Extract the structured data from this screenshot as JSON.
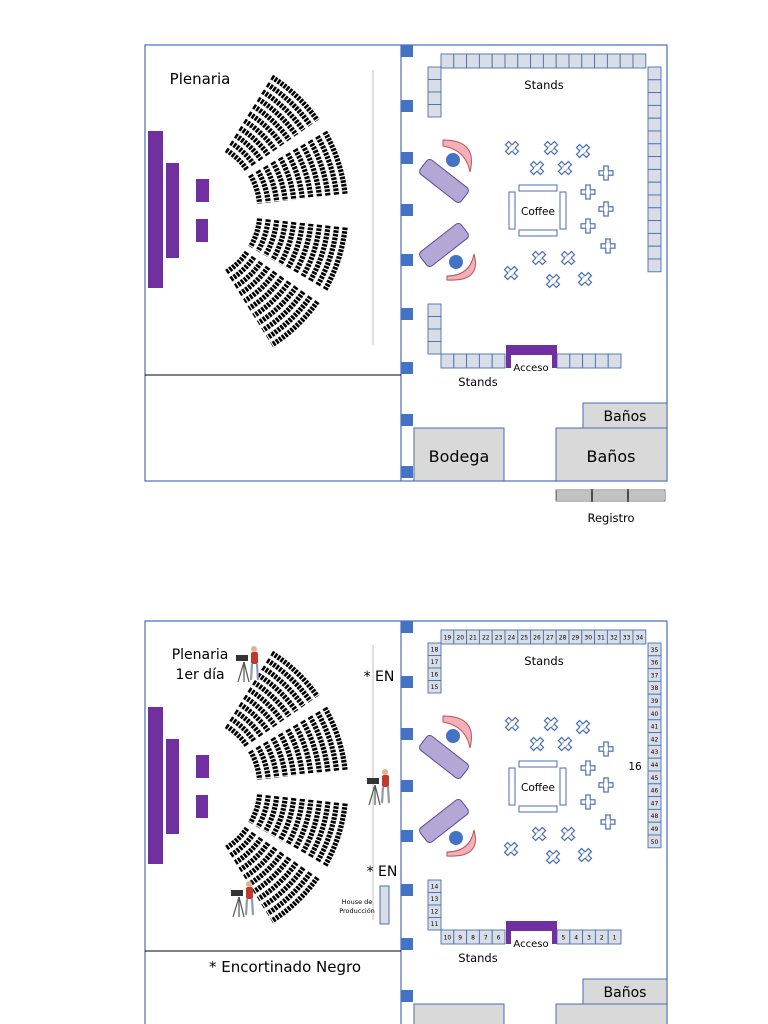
{
  "colors": {
    "border": "#4a6fb4",
    "purple": "#7030a0",
    "lavender": "#b4a7d6",
    "lavender_stroke": "#5b4ca0",
    "pink": "#f4b0b8",
    "pink_stroke": "#c0505a",
    "blue_dot": "#4472c4",
    "stand_fill": "#d9dde6",
    "stand_stroke": "#4a6fb4",
    "room_fill": "#d9d9d9",
    "seat": "#000000",
    "cross": "#4a6fb4"
  },
  "top": {
    "plenaria": "Plenaria",
    "stands_top": "Stands",
    "stands_bottom": "Stands",
    "coffee": "Coffee",
    "acceso": "Acceso",
    "banos_small": "Baños",
    "banos_big": "Baños",
    "bodega": "Bodega",
    "registro": "Registro"
  },
  "bottom": {
    "plenaria_line1": "Plenaria",
    "plenaria_line2": "1er día",
    "en_top": "* EN",
    "en_bottom": "* EN",
    "house_line1": "House de",
    "house_line2": "Producción",
    "encortinado": "* Encortinado Negro",
    "stands_top": "Stands",
    "stands_bottom": "Stands",
    "coffee": "Coffee",
    "acceso": "Acceso",
    "banos": "Baños",
    "number_16": "16",
    "stands_row_top": [
      "19",
      "20",
      "21",
      "22",
      "23",
      "24",
      "25",
      "26",
      "27",
      "28",
      "29",
      "30",
      "31",
      "32",
      "33",
      "34"
    ],
    "stands_col_left_top": [
      "18",
      "17",
      "16",
      "15"
    ],
    "stands_col_right": [
      "35",
      "36",
      "37",
      "38",
      "39",
      "40",
      "41",
      "42",
      "43",
      "44",
      "45",
      "46",
      "47",
      "48",
      "49",
      "50"
    ],
    "stands_col_left_bottom": [
      "14",
      "13",
      "12",
      "11"
    ],
    "stands_row_bottom_left": [
      "10",
      "9",
      "8",
      "7",
      "6"
    ],
    "stands_row_bottom_right": [
      "5",
      "4",
      "3",
      "2",
      "1"
    ]
  }
}
